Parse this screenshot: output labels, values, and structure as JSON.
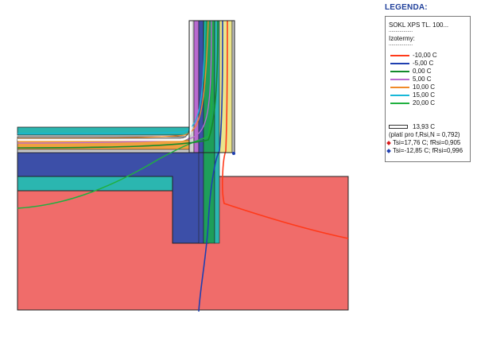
{
  "legend": {
    "title": "LEGENDA:",
    "model_name": "SOKL XPS TL. 100...",
    "separator": "..................",
    "isotherms_label": "Izotermy:",
    "isotherms": [
      {
        "label": "-10,00 C",
        "color": "#ff3a1a"
      },
      {
        "label": "-5,00 C",
        "color": "#1f3fb0"
      },
      {
        "label": "0,00 C",
        "color": "#138a2c"
      },
      {
        "label": "5,00 C",
        "color": "#b86ad0"
      },
      {
        "label": "10,00 C",
        "color": "#f08a2a"
      },
      {
        "label": "15,00 C",
        "color": "#18b8d8"
      },
      {
        "label": "20,00 C",
        "color": "#20b040"
      }
    ],
    "dew_line_label": "13,93 C",
    "frsi_note": "(platí pro f,Rsi,N = 0,792)",
    "points": [
      {
        "label": "Tsi=17,76 C; fRsi=0,905",
        "color": "#d81b1b"
      },
      {
        "label": "Tsi=-12,85 C; fRsi=0,996",
        "color": "#1f3fb0"
      }
    ]
  },
  "colors": {
    "ground": "#f06c6a",
    "concrete": "#3c4fa8",
    "insulation_teal": "#2bb6b0",
    "wall_green": "#1e9e5a",
    "wall_yellow": "#eae48a",
    "plaster_grey": "#c8c8c8",
    "screed_orange": "#f0a040",
    "frame": "#222222"
  }
}
